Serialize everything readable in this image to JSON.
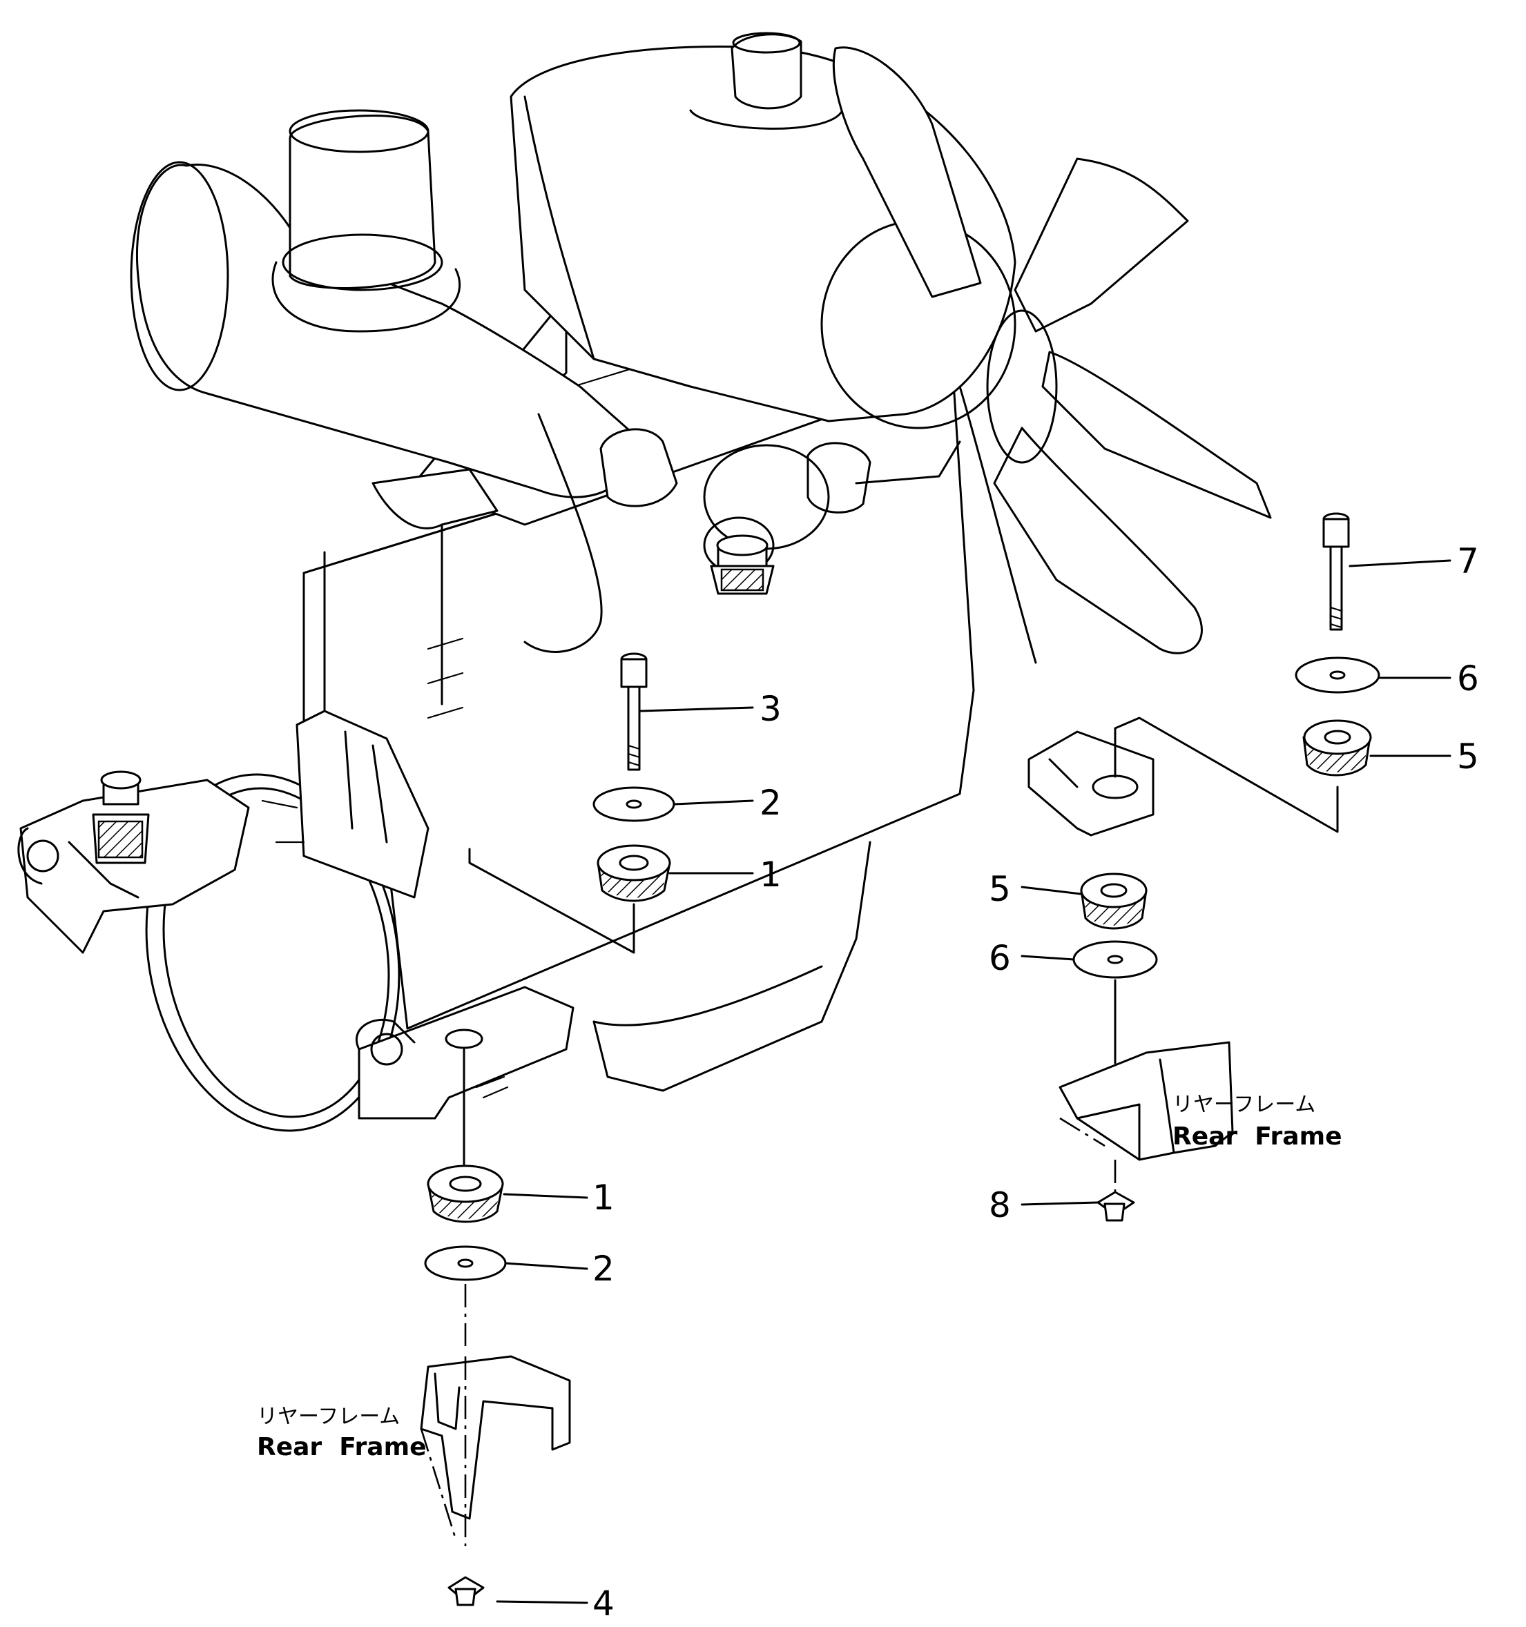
{
  "callouts": {
    "c1_upper": "1",
    "c1_lower": "1",
    "c2_upper": "2",
    "c2_lower": "2",
    "c3": "3",
    "c4": "4",
    "c5_upper": "5",
    "c5_lower": "5",
    "c6_upper": "6",
    "c6_lower": "6",
    "c7": "7",
    "c8": "8"
  },
  "frame_labels": {
    "left": {
      "jp": "リヤーフレーム",
      "en": "Rear  Frame"
    },
    "right": {
      "jp": "リヤーフレーム",
      "en": "Rear  Frame"
    }
  }
}
